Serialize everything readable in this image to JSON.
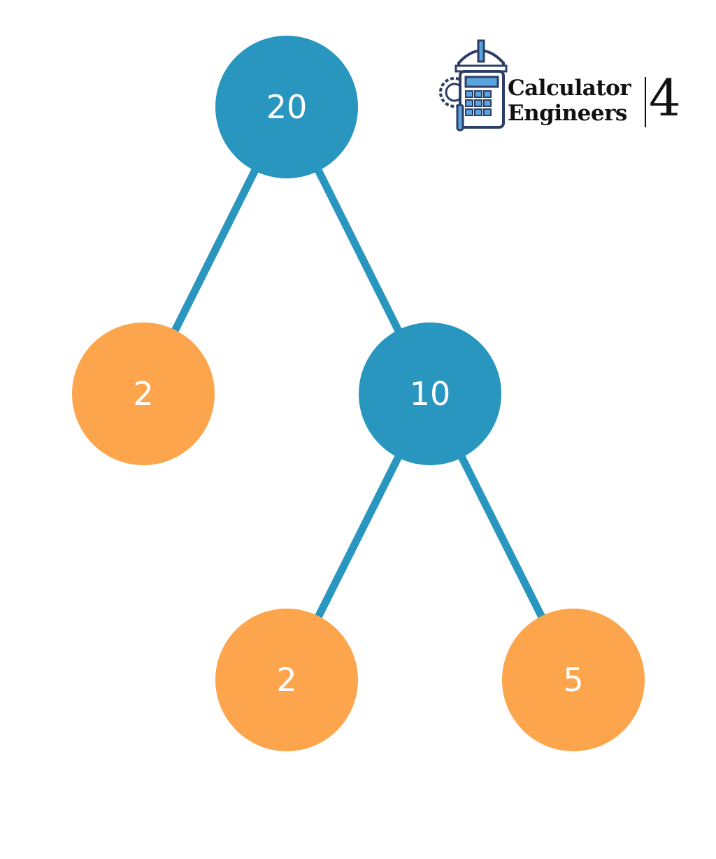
{
  "tree": {
    "nodes": [
      {
        "id": "n20",
        "label": "20",
        "kind": "composite",
        "parent": null
      },
      {
        "id": "n2a",
        "label": "2",
        "kind": "prime",
        "parent": "n20"
      },
      {
        "id": "n10",
        "label": "10",
        "kind": "composite",
        "parent": "n20"
      },
      {
        "id": "n2b",
        "label": "2",
        "kind": "prime",
        "parent": "n10"
      },
      {
        "id": "n5",
        "label": "5",
        "kind": "prime",
        "parent": "n10"
      }
    ]
  },
  "colors": {
    "composite": "#2896bf",
    "prime": "#fda54c",
    "edge": "#2896bf",
    "label": "#ffffff"
  },
  "logo": {
    "line1": "Calculator",
    "line2": "Engineers",
    "number": "4",
    "icon": "calculator-hardhat-icon"
  }
}
